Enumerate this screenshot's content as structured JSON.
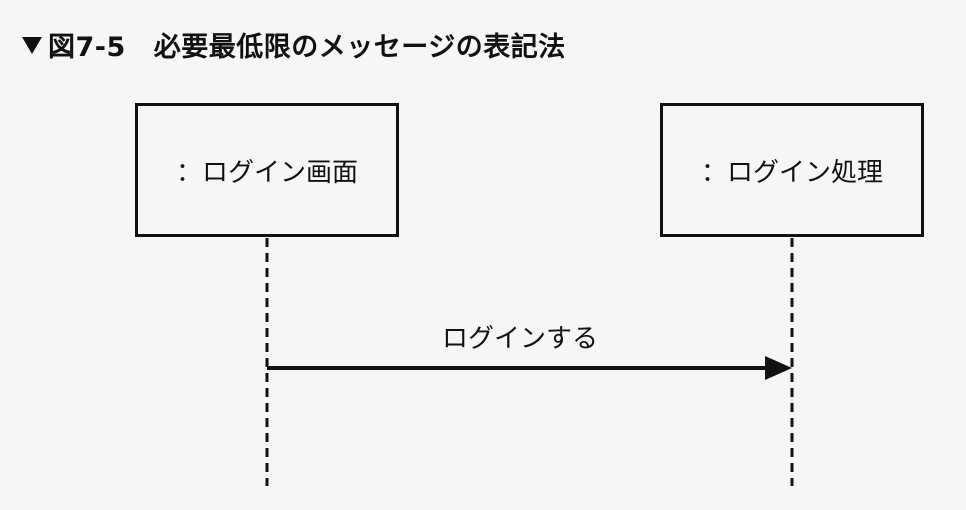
{
  "figure": {
    "number": "図7-5",
    "caption": "必要最低限のメッセージの表記法"
  },
  "lifelines": [
    {
      "label": "：ログイン画面"
    },
    {
      "label": "：ログイン処理"
    }
  ],
  "messages": [
    {
      "label": "ログインする",
      "from": 0,
      "to": 1,
      "arrow": "synchronous"
    }
  ],
  "colors": {
    "background": "#f6f6f6",
    "ink": "#111111"
  }
}
